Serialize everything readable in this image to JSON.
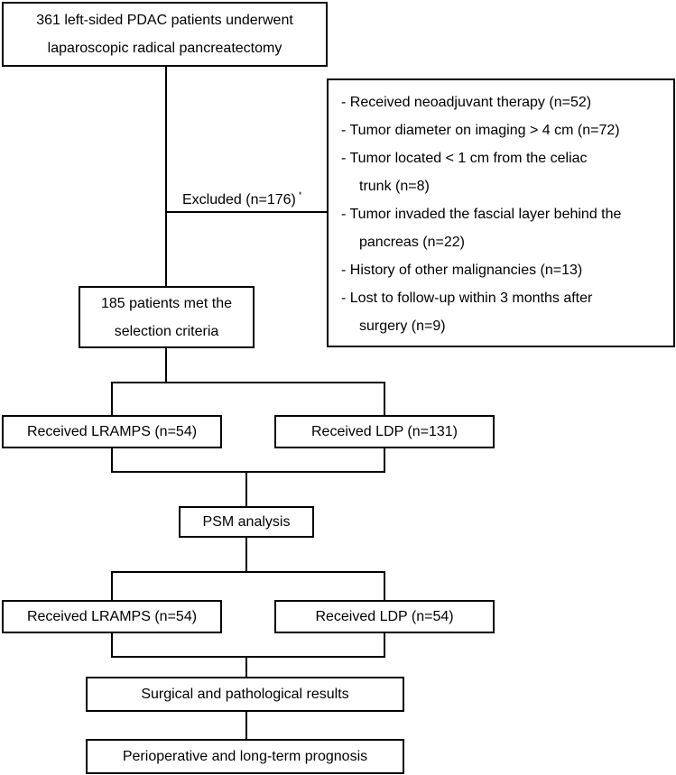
{
  "start": {
    "line1": "361 left-sided PDAC patients underwent",
    "line2": "laparoscopic radical pancreatectomy"
  },
  "excluded": {
    "label": "Excluded (n=176)",
    "marker": "*",
    "items": [
      {
        "lines": [
          "- Received neoadjuvant therapy (n=52)"
        ]
      },
      {
        "lines": [
          "- Tumor diameter on imaging > 4 cm (n=72)"
        ]
      },
      {
        "lines": [
          "- Tumor located < 1 cm from the celiac",
          "trunk (n=8)"
        ]
      },
      {
        "lines": [
          "- Tumor invaded the fascial layer behind the",
          "pancreas (n=22)"
        ]
      },
      {
        "lines": [
          "- History of other malignancies (n=13)"
        ]
      },
      {
        "lines": [
          "- Lost to follow-up within 3 months after",
          "surgery (n=9)"
        ]
      }
    ]
  },
  "selected": {
    "line1": "185 patients met the",
    "line2": "selection criteria"
  },
  "pre_psm": {
    "lramps": "Received LRAMPS (n=54)",
    "ldp": "Received LDP (n=131)"
  },
  "psm": {
    "label": "PSM analysis"
  },
  "post_psm": {
    "lramps": "Received LRAMPS (n=54)",
    "ldp": "Received LDP (n=54)"
  },
  "outcome1": {
    "label": "Surgical and pathological results"
  },
  "outcome2": {
    "label": "Perioperative and long-term prognosis"
  }
}
